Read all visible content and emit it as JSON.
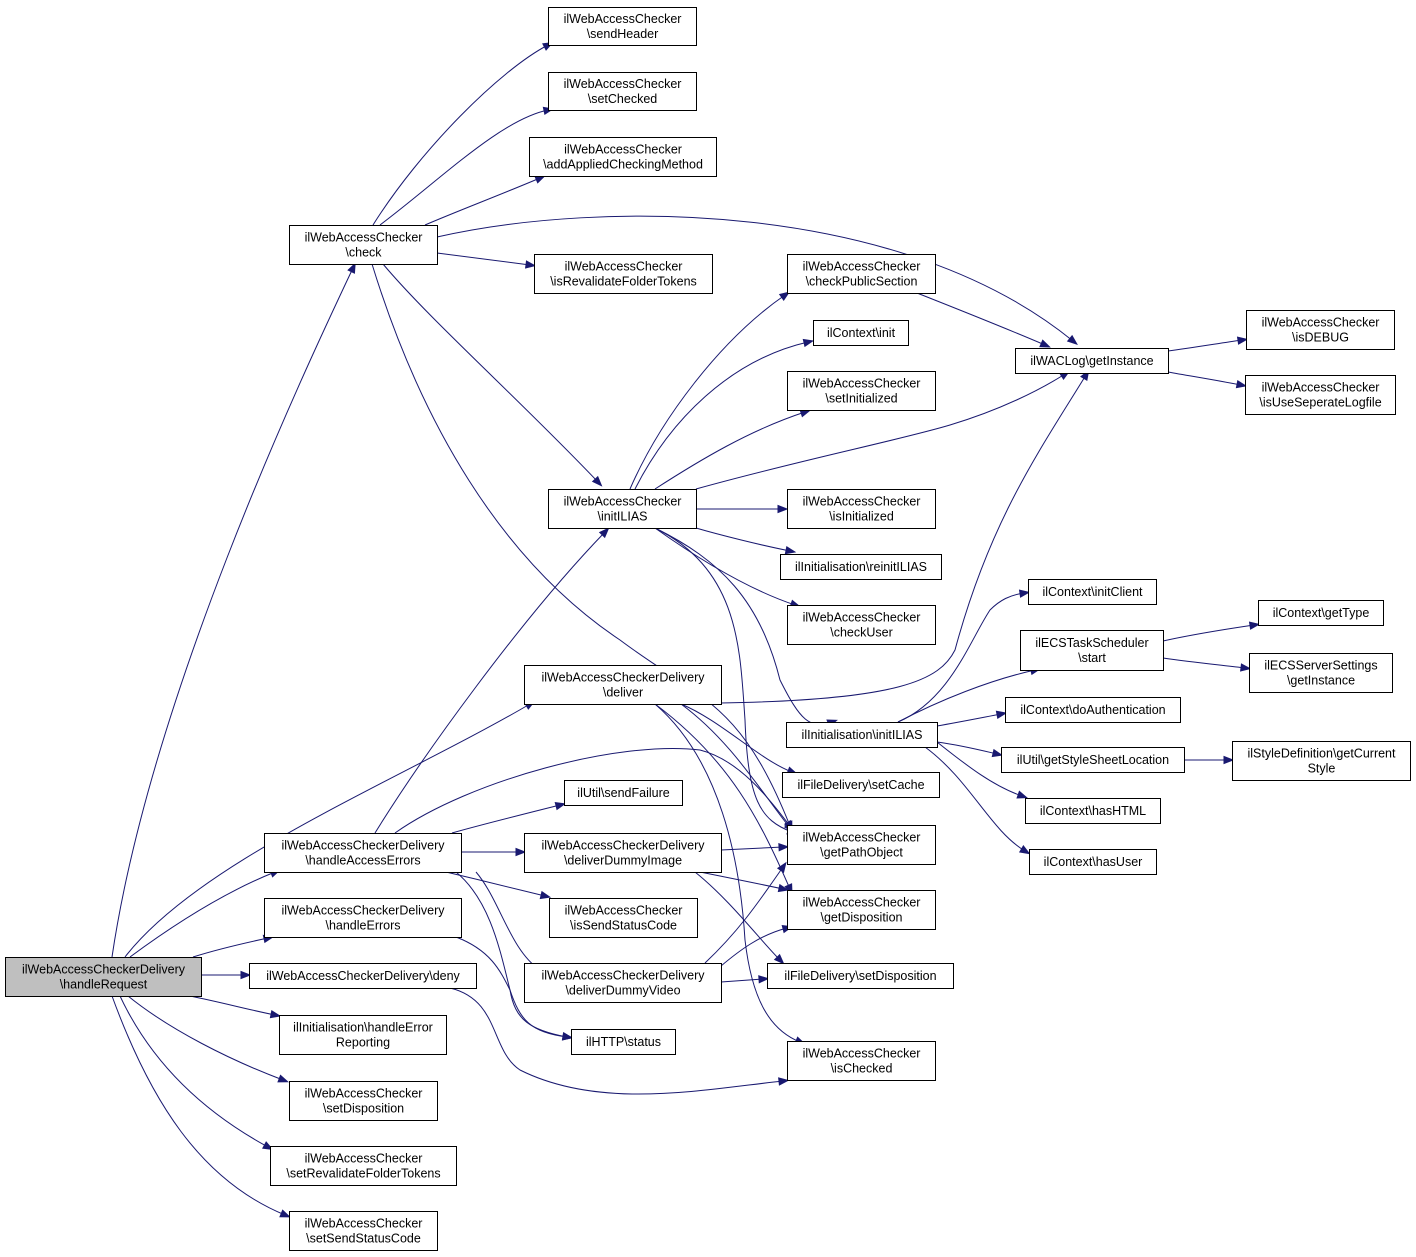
{
  "diagram": {
    "type": "call-graph",
    "edge_color": "#191970",
    "root_fill": "#bfbfbf",
    "nodes": [
      {
        "id": "root",
        "lines": [
          "ilWebAccessCheckerDelivery",
          "\\handleRequest"
        ],
        "root": true
      },
      {
        "id": "check",
        "lines": [
          "ilWebAccessChecker",
          "\\check"
        ]
      },
      {
        "id": "sendHeader",
        "lines": [
          "ilWebAccessChecker",
          "\\sendHeader"
        ]
      },
      {
        "id": "setChecked",
        "lines": [
          "ilWebAccessChecker",
          "\\setChecked"
        ]
      },
      {
        "id": "addApplied",
        "lines": [
          "ilWebAccessChecker",
          "\\addAppliedCheckingMethod"
        ]
      },
      {
        "id": "isRevalidate",
        "lines": [
          "ilWebAccessChecker",
          "\\isRevalidateFolderTokens"
        ]
      },
      {
        "id": "initILIAS",
        "lines": [
          "ilWebAccessChecker",
          "\\initILIAS"
        ]
      },
      {
        "id": "checkPublic",
        "lines": [
          "ilWebAccessChecker",
          "\\checkPublicSection"
        ]
      },
      {
        "id": "ctxInit",
        "lines": [
          "ilContext\\init"
        ]
      },
      {
        "id": "setInitialized",
        "lines": [
          "ilWebAccessChecker",
          "\\setInitialized"
        ]
      },
      {
        "id": "isInitialized",
        "lines": [
          "ilWebAccessChecker",
          "\\isInitialized"
        ]
      },
      {
        "id": "reinit",
        "lines": [
          "ilInitialisation\\reinitILIAS"
        ]
      },
      {
        "id": "checkUser",
        "lines": [
          "ilWebAccessChecker",
          "\\checkUser"
        ]
      },
      {
        "id": "wacLog",
        "lines": [
          "ilWACLog\\getInstance"
        ]
      },
      {
        "id": "isDebug",
        "lines": [
          "ilWebAccessChecker",
          "\\isDEBUG"
        ]
      },
      {
        "id": "isUseSep",
        "lines": [
          "ilWebAccessChecker",
          "\\isUseSeperateLogfile"
        ]
      },
      {
        "id": "deliver",
        "lines": [
          "ilWebAccessCheckerDelivery",
          "\\deliver"
        ]
      },
      {
        "id": "initILIAS2",
        "lines": [
          "ilInitialisation\\initILIAS"
        ]
      },
      {
        "id": "initClient",
        "lines": [
          "ilContext\\initClient"
        ]
      },
      {
        "id": "ecsStart",
        "lines": [
          "ilECSTaskScheduler",
          "\\start"
        ]
      },
      {
        "id": "getType",
        "lines": [
          "ilContext\\getType"
        ]
      },
      {
        "id": "ecsServer",
        "lines": [
          "ilECSServerSettings",
          "\\getInstance"
        ]
      },
      {
        "id": "doAuth",
        "lines": [
          "ilContext\\doAuthentication"
        ]
      },
      {
        "id": "styleSheet",
        "lines": [
          "ilUtil\\getStyleSheetLocation"
        ]
      },
      {
        "id": "styleDef",
        "lines": [
          "ilStyleDefinition\\getCurrent",
          "Style"
        ]
      },
      {
        "id": "hasHTML",
        "lines": [
          "ilContext\\hasHTML"
        ]
      },
      {
        "id": "hasUser",
        "lines": [
          "ilContext\\hasUser"
        ]
      },
      {
        "id": "setCache",
        "lines": [
          "ilFileDelivery\\setCache"
        ]
      },
      {
        "id": "sendFailure",
        "lines": [
          "ilUtil\\sendFailure"
        ]
      },
      {
        "id": "handleAccess",
        "lines": [
          "ilWebAccessCheckerDelivery",
          "\\handleAccessErrors"
        ]
      },
      {
        "id": "dummyImage",
        "lines": [
          "ilWebAccessCheckerDelivery",
          "\\deliverDummyImage"
        ]
      },
      {
        "id": "getPath",
        "lines": [
          "ilWebAccessChecker",
          "\\getPathObject"
        ]
      },
      {
        "id": "isSendStatus",
        "lines": [
          "ilWebAccessChecker",
          "\\isSendStatusCode"
        ]
      },
      {
        "id": "getDisp",
        "lines": [
          "ilWebAccessChecker",
          "\\getDisposition"
        ]
      },
      {
        "id": "handleErrors",
        "lines": [
          "ilWebAccessCheckerDelivery",
          "\\handleErrors"
        ]
      },
      {
        "id": "deny",
        "lines": [
          "ilWebAccessCheckerDelivery\\deny"
        ]
      },
      {
        "id": "dummyVideo",
        "lines": [
          "ilWebAccessCheckerDelivery",
          "\\deliverDummyVideo"
        ]
      },
      {
        "id": "fdSetDisp",
        "lines": [
          "ilFileDelivery\\setDisposition"
        ]
      },
      {
        "id": "handleErrRep",
        "lines": [
          "ilInitialisation\\handleError",
          "Reporting"
        ]
      },
      {
        "id": "httpStatus",
        "lines": [
          "ilHTTP\\status"
        ]
      },
      {
        "id": "isChecked",
        "lines": [
          "ilWebAccessChecker",
          "\\isChecked"
        ]
      },
      {
        "id": "setDispo",
        "lines": [
          "ilWebAccessChecker",
          "\\setDisposition"
        ]
      },
      {
        "id": "setRevalidate",
        "lines": [
          "ilWebAccessChecker",
          "\\setRevalidateFolderTokens"
        ]
      },
      {
        "id": "setSendStatus",
        "lines": [
          "ilWebAccessChecker",
          "\\setSendStatusCode"
        ]
      }
    ]
  }
}
